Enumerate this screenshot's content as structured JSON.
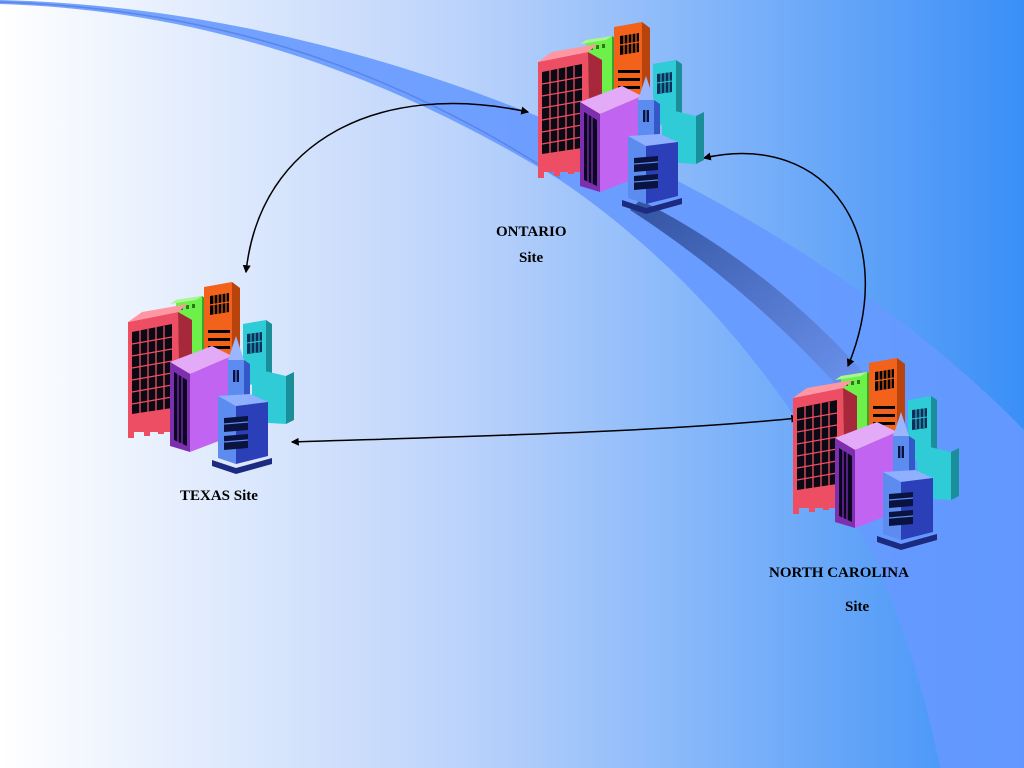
{
  "sites": {
    "ontario": {
      "line1": "ONTARIO",
      "line2": "Site"
    },
    "texas": {
      "line1": "TEXAS Site"
    },
    "north_carolina": {
      "line1": "NORTH CAROLINA",
      "line2": "Site"
    }
  },
  "colors": {
    "background_left": "#ffffff",
    "background_right": "#3a8ff7",
    "swoosh_band": "#6699ff",
    "swoosh_shadow": "#3d5cab",
    "arrow": "#000000",
    "building_red": "#ee4e63",
    "building_green": "#6ef04a",
    "building_orange": "#f2621a",
    "building_purple": "#c164f2",
    "building_cyan": "#2fcbd6",
    "building_blue": "#5c8cf0",
    "building_navy": "#2a3fb8"
  }
}
